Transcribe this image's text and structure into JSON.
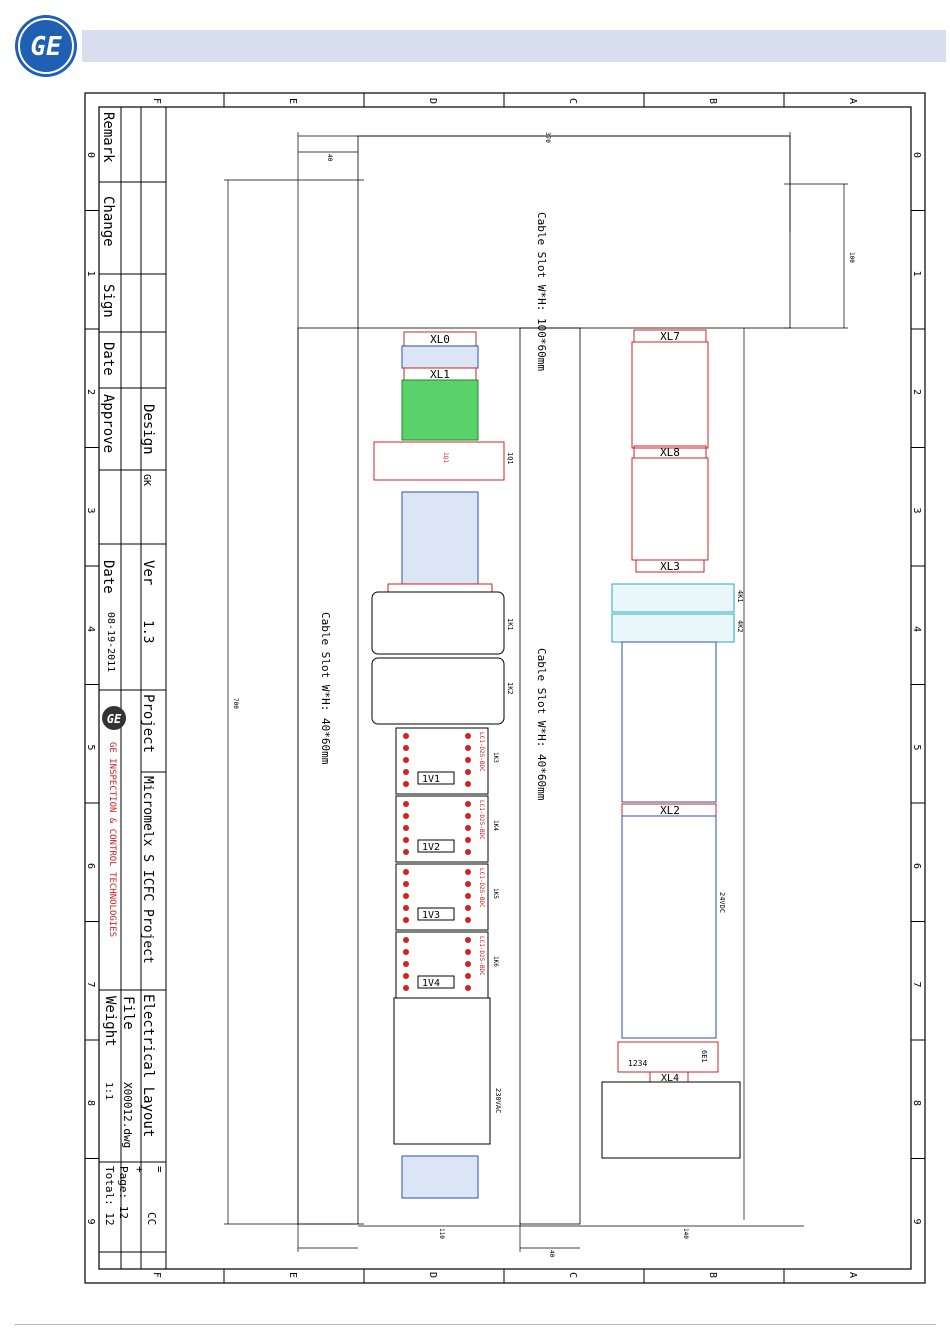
{
  "header": {
    "logo_text": "GE",
    "brand_color": "#1f5fb4",
    "bar_color": "#d7dfef"
  },
  "grid": {
    "zone_letters": [
      "F",
      "E",
      "D",
      "C",
      "B",
      "A"
    ],
    "zone_numbers": [
      "0",
      "1",
      "2",
      "3",
      "4",
      "5",
      "6",
      "7",
      "8",
      "9"
    ]
  },
  "title_block": {
    "remark_label": "Remark",
    "change_label": "Change",
    "sign_label": "Sign",
    "date_label": "Date",
    "approve_label": "Approve",
    "design_label": "Design",
    "design_value": "GK",
    "ver_label": "Ver",
    "ver_value": "1.3",
    "date2_label": "Date",
    "date2_value": "08-19-2011",
    "project_label": "Project",
    "project_value": "Micromelx S ICFC Project",
    "company": "GE INSPECTION & CONTROL TECHNOLOGIES",
    "drawing_title": "Electrical Layout",
    "file_label": "File",
    "file_value": "X00012.dwg",
    "weight_label": "Weight",
    "weight_value": "1:1",
    "sheet_mark": "=",
    "plus_mark": "+",
    "cc_value": "CC",
    "page_label": "Page: 12",
    "total_label": "Total: 12"
  },
  "layout": {
    "cable_slot_top": "Cable Slot W*H: 100*60mm",
    "cable_slot_left": "Cable Slot W*H: 40*60mm",
    "cable_slot_mid": "Cable Slot W*H: 40*60mm",
    "dim_width": "370",
    "dim_height": "700",
    "dim_slot": "100",
    "dim_left": "40",
    "dim_mid": "40",
    "dim_col1": "110",
    "dim_col2": "140",
    "terminals": {
      "xl0": "XL0",
      "xl1": "XL1",
      "xl7": "XL7",
      "xl8": "XL8",
      "xl3": "XL3",
      "xl2": "XL2",
      "xl4": "XL4",
      "rail_4k1": "4K1",
      "rail_4k2": "4K2",
      "rail_24v": "24VDC",
      "rail_230": "230VAC",
      "rail_1q1": "1Q1",
      "rail_6e1": "6E1"
    },
    "modules": {
      "k1": "1K1",
      "k2": "1K2",
      "k3": "1K3",
      "k4": "1K4",
      "k5": "1K5",
      "k6": "1K6"
    },
    "valves": {
      "v1": "1V1",
      "v2": "1V2",
      "v3": "1V3",
      "v4": "1V4"
    },
    "contactor_type": "LC1-D25-BDC",
    "power_box": "1Q1",
    "dip_label": "1234"
  }
}
